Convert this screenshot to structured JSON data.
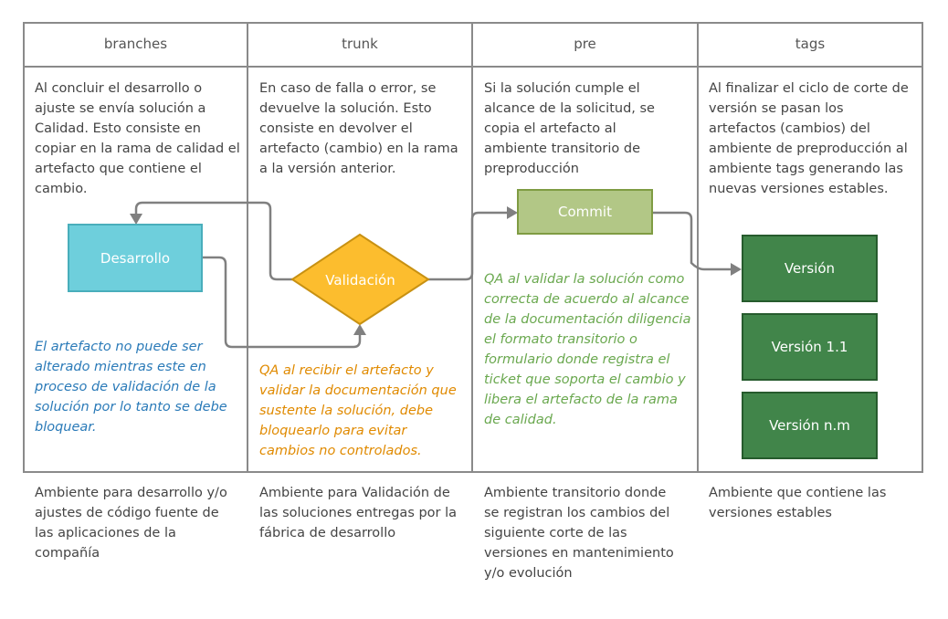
{
  "columns": [
    {
      "header": "branches",
      "description": "Al concluir el desarrollo o ajuste se envía solución a Calidad. Esto consiste en copiar en la rama de calidad el artefacto que contiene el cambio.",
      "note": "El artefacto no puede ser alterado mientras este en proceso de validación de la solución por lo tanto se debe bloquear.",
      "footer": "Ambiente para desarrollo y/o ajustes de código fuente de las aplicaciones de la compañía"
    },
    {
      "header": "trunk",
      "description": "En caso de falla o error, se devuelve la solución. Esto consiste en devolver el artefacto (cambio) en la rama a la versión anterior.",
      "note": "QA al recibir el artefacto y validar la documentación que sustente la solución, debe bloquearlo para evitar cambios no controlados.",
      "footer": "Ambiente para Validación de las soluciones entregas por la fábrica de desarrollo"
    },
    {
      "header": "pre",
      "description": "Si la solución cumple el alcance de la solicitud, se copia el artefacto al ambiente transitorio de preproducción",
      "note": "QA al validar la solución como correcta de acuerdo al alcance de la documentación diligencia el formato transitorio o formulario donde registra el ticket que soporta el cambio y libera el artefacto de la rama de calidad.",
      "footer": "Ambiente transitorio donde se registran los cambios del siguiente corte de las versiones en mantenimiento y/o evolución"
    },
    {
      "header": "tags",
      "description": "Al finalizar el ciclo de corte de versión se pasan los artefactos (cambios) del ambiente de preproducción al ambiente tags generando las nuevas versiones estables.",
      "footer": "Ambiente que contiene las versiones estables"
    }
  ],
  "nodes": {
    "desarrollo": "Desarrollo",
    "validacion": "Validación",
    "commit": "Commit",
    "version": "Versión",
    "version11": "Versión 1.1",
    "versionnm": "Versión n.m"
  },
  "colors": {
    "desarrollo": "#6ecfdc",
    "validacion": "#fcbd2e",
    "commit": "#b2c786",
    "version": "#41854a",
    "note_blue": "#2a7ab8",
    "note_orange": "#e08a00",
    "note_green": "#6aa84f"
  }
}
